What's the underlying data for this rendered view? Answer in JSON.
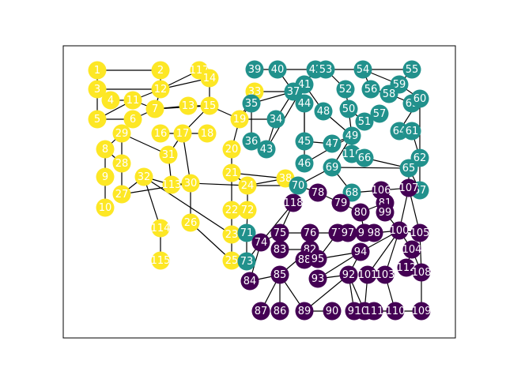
{
  "colors": {
    "yellow": "#fde725",
    "teal": "#21918c",
    "purple": "#440154",
    "edge": "#000000",
    "label": "#ffffff"
  },
  "nodes": [
    {
      "id": "1",
      "group": "yellow"
    },
    {
      "id": "2",
      "group": "yellow"
    },
    {
      "id": "117",
      "group": "yellow"
    },
    {
      "id": "14",
      "group": "yellow"
    },
    {
      "id": "3",
      "group": "yellow"
    },
    {
      "id": "12",
      "group": "yellow"
    },
    {
      "id": "4",
      "group": "yellow"
    },
    {
      "id": "11",
      "group": "yellow"
    },
    {
      "id": "7",
      "group": "yellow"
    },
    {
      "id": "13",
      "group": "yellow"
    },
    {
      "id": "15",
      "group": "yellow"
    },
    {
      "id": "5",
      "group": "yellow"
    },
    {
      "id": "6",
      "group": "yellow"
    },
    {
      "id": "19",
      "group": "yellow"
    },
    {
      "id": "16",
      "group": "yellow"
    },
    {
      "id": "17",
      "group": "yellow"
    },
    {
      "id": "18",
      "group": "yellow"
    },
    {
      "id": "29",
      "group": "yellow"
    },
    {
      "id": "8",
      "group": "yellow"
    },
    {
      "id": "31",
      "group": "yellow"
    },
    {
      "id": "20",
      "group": "yellow"
    },
    {
      "id": "28",
      "group": "yellow"
    },
    {
      "id": "9",
      "group": "yellow"
    },
    {
      "id": "32",
      "group": "yellow"
    },
    {
      "id": "113",
      "group": "yellow"
    },
    {
      "id": "30",
      "group": "yellow"
    },
    {
      "id": "21",
      "group": "yellow"
    },
    {
      "id": "24",
      "group": "yellow"
    },
    {
      "id": "27",
      "group": "yellow"
    },
    {
      "id": "10",
      "group": "yellow"
    },
    {
      "id": "22",
      "group": "yellow"
    },
    {
      "id": "72",
      "group": "yellow"
    },
    {
      "id": "26",
      "group": "yellow"
    },
    {
      "id": "114",
      "group": "yellow"
    },
    {
      "id": "23",
      "group": "yellow"
    },
    {
      "id": "115",
      "group": "yellow"
    },
    {
      "id": "25",
      "group": "yellow"
    },
    {
      "id": "33",
      "group": "yellow"
    },
    {
      "id": "38",
      "group": "yellow"
    },
    {
      "id": "39",
      "group": "teal"
    },
    {
      "id": "40",
      "group": "teal"
    },
    {
      "id": "42",
      "group": "teal"
    },
    {
      "id": "53",
      "group": "teal"
    },
    {
      "id": "54",
      "group": "teal"
    },
    {
      "id": "55",
      "group": "teal"
    },
    {
      "id": "41",
      "group": "teal"
    },
    {
      "id": "37",
      "group": "teal"
    },
    {
      "id": "52",
      "group": "teal"
    },
    {
      "id": "56",
      "group": "teal"
    },
    {
      "id": "59",
      "group": "teal"
    },
    {
      "id": "58",
      "group": "teal"
    },
    {
      "id": "35",
      "group": "teal"
    },
    {
      "id": "44",
      "group": "teal"
    },
    {
      "id": "48",
      "group": "teal"
    },
    {
      "id": "50",
      "group": "teal"
    },
    {
      "id": "57",
      "group": "teal"
    },
    {
      "id": "63",
      "group": "teal"
    },
    {
      "id": "60",
      "group": "teal"
    },
    {
      "id": "34",
      "group": "teal"
    },
    {
      "id": "51",
      "group": "teal"
    },
    {
      "id": "64",
      "group": "teal"
    },
    {
      "id": "61",
      "group": "teal"
    },
    {
      "id": "36",
      "group": "teal"
    },
    {
      "id": "43",
      "group": "teal"
    },
    {
      "id": "45",
      "group": "teal"
    },
    {
      "id": "47",
      "group": "teal"
    },
    {
      "id": "49",
      "group": "teal"
    },
    {
      "id": "46",
      "group": "teal"
    },
    {
      "id": "116",
      "group": "teal"
    },
    {
      "id": "66",
      "group": "teal"
    },
    {
      "id": "62",
      "group": "teal"
    },
    {
      "id": "69",
      "group": "teal"
    },
    {
      "id": "65",
      "group": "teal"
    },
    {
      "id": "70",
      "group": "teal"
    },
    {
      "id": "68",
      "group": "teal"
    },
    {
      "id": "67",
      "group": "teal"
    },
    {
      "id": "71",
      "group": "teal"
    },
    {
      "id": "73",
      "group": "teal"
    },
    {
      "id": "78",
      "group": "purple"
    },
    {
      "id": "106",
      "group": "purple"
    },
    {
      "id": "107",
      "group": "purple"
    },
    {
      "id": "118",
      "group": "purple"
    },
    {
      "id": "79",
      "group": "purple"
    },
    {
      "id": "81",
      "group": "purple"
    },
    {
      "id": "80",
      "group": "purple"
    },
    {
      "id": "99",
      "group": "purple"
    },
    {
      "id": "75",
      "group": "purple"
    },
    {
      "id": "76",
      "group": "purple"
    },
    {
      "id": "77",
      "group": "purple"
    },
    {
      "id": "97",
      "group": "purple"
    },
    {
      "id": "96",
      "group": "purple"
    },
    {
      "id": "98",
      "group": "purple"
    },
    {
      "id": "100",
      "group": "purple"
    },
    {
      "id": "105",
      "group": "purple"
    },
    {
      "id": "74",
      "group": "purple"
    },
    {
      "id": "83",
      "group": "purple"
    },
    {
      "id": "82",
      "group": "purple"
    },
    {
      "id": "88",
      "group": "purple"
    },
    {
      "id": "95",
      "group": "purple"
    },
    {
      "id": "94",
      "group": "purple"
    },
    {
      "id": "104",
      "group": "purple"
    },
    {
      "id": "84",
      "group": "purple"
    },
    {
      "id": "85",
      "group": "purple"
    },
    {
      "id": "93",
      "group": "purple"
    },
    {
      "id": "92",
      "group": "purple"
    },
    {
      "id": "101",
      "group": "purple"
    },
    {
      "id": "103",
      "group": "purple"
    },
    {
      "id": "112",
      "group": "purple"
    },
    {
      "id": "108",
      "group": "purple"
    },
    {
      "id": "87",
      "group": "purple"
    },
    {
      "id": "86",
      "group": "purple"
    },
    {
      "id": "89",
      "group": "purple"
    },
    {
      "id": "90",
      "group": "purple"
    },
    {
      "id": "91",
      "group": "purple"
    },
    {
      "id": "102",
      "group": "purple"
    },
    {
      "id": "111",
      "group": "purple"
    },
    {
      "id": "110",
      "group": "purple"
    },
    {
      "id": "109",
      "group": "purple"
    }
  ],
  "edges": [
    [
      "1",
      "2"
    ],
    [
      "1",
      "3"
    ],
    [
      "2",
      "12"
    ],
    [
      "12",
      "117"
    ],
    [
      "117",
      "14"
    ],
    [
      "12",
      "14"
    ],
    [
      "3",
      "12"
    ],
    [
      "3",
      "4"
    ],
    [
      "3",
      "5"
    ],
    [
      "4",
      "11"
    ],
    [
      "11",
      "12"
    ],
    [
      "11",
      "7"
    ],
    [
      "12",
      "7"
    ],
    [
      "7",
      "13"
    ],
    [
      "13",
      "15"
    ],
    [
      "14",
      "15"
    ],
    [
      "7",
      "15"
    ],
    [
      "5",
      "6"
    ],
    [
      "6",
      "7"
    ],
    [
      "5",
      "11"
    ],
    [
      "15",
      "19"
    ],
    [
      "19",
      "20"
    ],
    [
      "15",
      "17"
    ],
    [
      "17",
      "18"
    ],
    [
      "16",
      "17"
    ],
    [
      "17",
      "31"
    ],
    [
      "17",
      "30"
    ],
    [
      "29",
      "31"
    ],
    [
      "29",
      "28"
    ],
    [
      "8",
      "29"
    ],
    [
      "8",
      "9"
    ],
    [
      "8",
      "28"
    ],
    [
      "9",
      "10"
    ],
    [
      "28",
      "27"
    ],
    [
      "27",
      "32"
    ],
    [
      "32",
      "113"
    ],
    [
      "31",
      "113"
    ],
    [
      "30",
      "113"
    ],
    [
      "27",
      "30"
    ],
    [
      "32",
      "114"
    ],
    [
      "114",
      "115"
    ],
    [
      "32",
      "23"
    ],
    [
      "30",
      "26"
    ],
    [
      "26",
      "25"
    ],
    [
      "30",
      "24"
    ],
    [
      "20",
      "21"
    ],
    [
      "21",
      "24"
    ],
    [
      "21",
      "22"
    ],
    [
      "22",
      "72"
    ],
    [
      "22",
      "23"
    ],
    [
      "23",
      "25"
    ],
    [
      "23",
      "71"
    ],
    [
      "72",
      "71"
    ],
    [
      "21",
      "38"
    ],
    [
      "24",
      "38"
    ],
    [
      "19",
      "33"
    ],
    [
      "19",
      "35"
    ],
    [
      "19",
      "34"
    ],
    [
      "33",
      "37"
    ],
    [
      "39",
      "40"
    ],
    [
      "40",
      "37"
    ],
    [
      "40",
      "42"
    ],
    [
      "42",
      "53"
    ],
    [
      "53",
      "54"
    ],
    [
      "54",
      "55"
    ],
    [
      "42",
      "41"
    ],
    [
      "41",
      "37"
    ],
    [
      "37",
      "35"
    ],
    [
      "37",
      "34"
    ],
    [
      "37",
      "44"
    ],
    [
      "34",
      "43"
    ],
    [
      "36",
      "43"
    ],
    [
      "36",
      "35"
    ],
    [
      "43",
      "41"
    ],
    [
      "41",
      "48"
    ],
    [
      "53",
      "52"
    ],
    [
      "52",
      "50"
    ],
    [
      "54",
      "56"
    ],
    [
      "54",
      "59"
    ],
    [
      "59",
      "58"
    ],
    [
      "56",
      "58"
    ],
    [
      "55",
      "59"
    ],
    [
      "58",
      "63"
    ],
    [
      "59",
      "60"
    ],
    [
      "60",
      "63"
    ],
    [
      "50",
      "51"
    ],
    [
      "51",
      "57"
    ],
    [
      "50",
      "49"
    ],
    [
      "48",
      "49"
    ],
    [
      "44",
      "45"
    ],
    [
      "44",
      "46"
    ],
    [
      "45",
      "47"
    ],
    [
      "47",
      "49"
    ],
    [
      "49",
      "46"
    ],
    [
      "49",
      "116"
    ],
    [
      "116",
      "66"
    ],
    [
      "49",
      "69"
    ],
    [
      "69",
      "70"
    ],
    [
      "69",
      "68"
    ],
    [
      "69",
      "65"
    ],
    [
      "66",
      "65"
    ],
    [
      "65",
      "62"
    ],
    [
      "62",
      "61"
    ],
    [
      "61",
      "64"
    ],
    [
      "64",
      "60"
    ],
    [
      "60",
      "62"
    ],
    [
      "65",
      "67"
    ],
    [
      "65",
      "107"
    ],
    [
      "62",
      "67"
    ],
    [
      "70",
      "118"
    ],
    [
      "70",
      "24"
    ],
    [
      "70",
      "78"
    ],
    [
      "68",
      "79"
    ],
    [
      "68",
      "106"
    ],
    [
      "78",
      "79"
    ],
    [
      "79",
      "80"
    ],
    [
      "80",
      "81"
    ],
    [
      "81",
      "99"
    ],
    [
      "99",
      "100"
    ],
    [
      "106",
      "107"
    ],
    [
      "106",
      "81"
    ],
    [
      "107",
      "105"
    ],
    [
      "107",
      "100"
    ],
    [
      "80",
      "96"
    ],
    [
      "118",
      "75"
    ],
    [
      "118",
      "74"
    ],
    [
      "75",
      "76"
    ],
    [
      "76",
      "77"
    ],
    [
      "77",
      "97"
    ],
    [
      "97",
      "96"
    ],
    [
      "96",
      "98"
    ],
    [
      "98",
      "100"
    ],
    [
      "100",
      "105"
    ],
    [
      "100",
      "104"
    ],
    [
      "104",
      "108"
    ],
    [
      "104",
      "112"
    ],
    [
      "100",
      "103"
    ],
    [
      "100",
      "101"
    ],
    [
      "100",
      "94"
    ],
    [
      "94",
      "92"
    ],
    [
      "94",
      "93"
    ],
    [
      "75",
      "83"
    ],
    [
      "74",
      "84"
    ],
    [
      "83",
      "82"
    ],
    [
      "82",
      "88"
    ],
    [
      "82",
      "95"
    ],
    [
      "88",
      "95"
    ],
    [
      "95",
      "94"
    ],
    [
      "95",
      "77"
    ],
    [
      "82",
      "85"
    ],
    [
      "85",
      "84"
    ],
    [
      "85",
      "86"
    ],
    [
      "85",
      "87"
    ],
    [
      "85",
      "89"
    ],
    [
      "89",
      "90"
    ],
    [
      "89",
      "92"
    ],
    [
      "92",
      "91"
    ],
    [
      "92",
      "102"
    ],
    [
      "102",
      "111"
    ],
    [
      "111",
      "110"
    ],
    [
      "110",
      "109"
    ],
    [
      "112",
      "108"
    ],
    [
      "103",
      "110"
    ],
    [
      "101",
      "102"
    ],
    [
      "105",
      "108"
    ],
    [
      "108",
      "109"
    ],
    [
      "93",
      "92"
    ],
    [
      "74",
      "75"
    ],
    [
      "72",
      "24"
    ],
    [
      "71",
      "73"
    ],
    [
      "73",
      "74"
    ]
  ]
}
